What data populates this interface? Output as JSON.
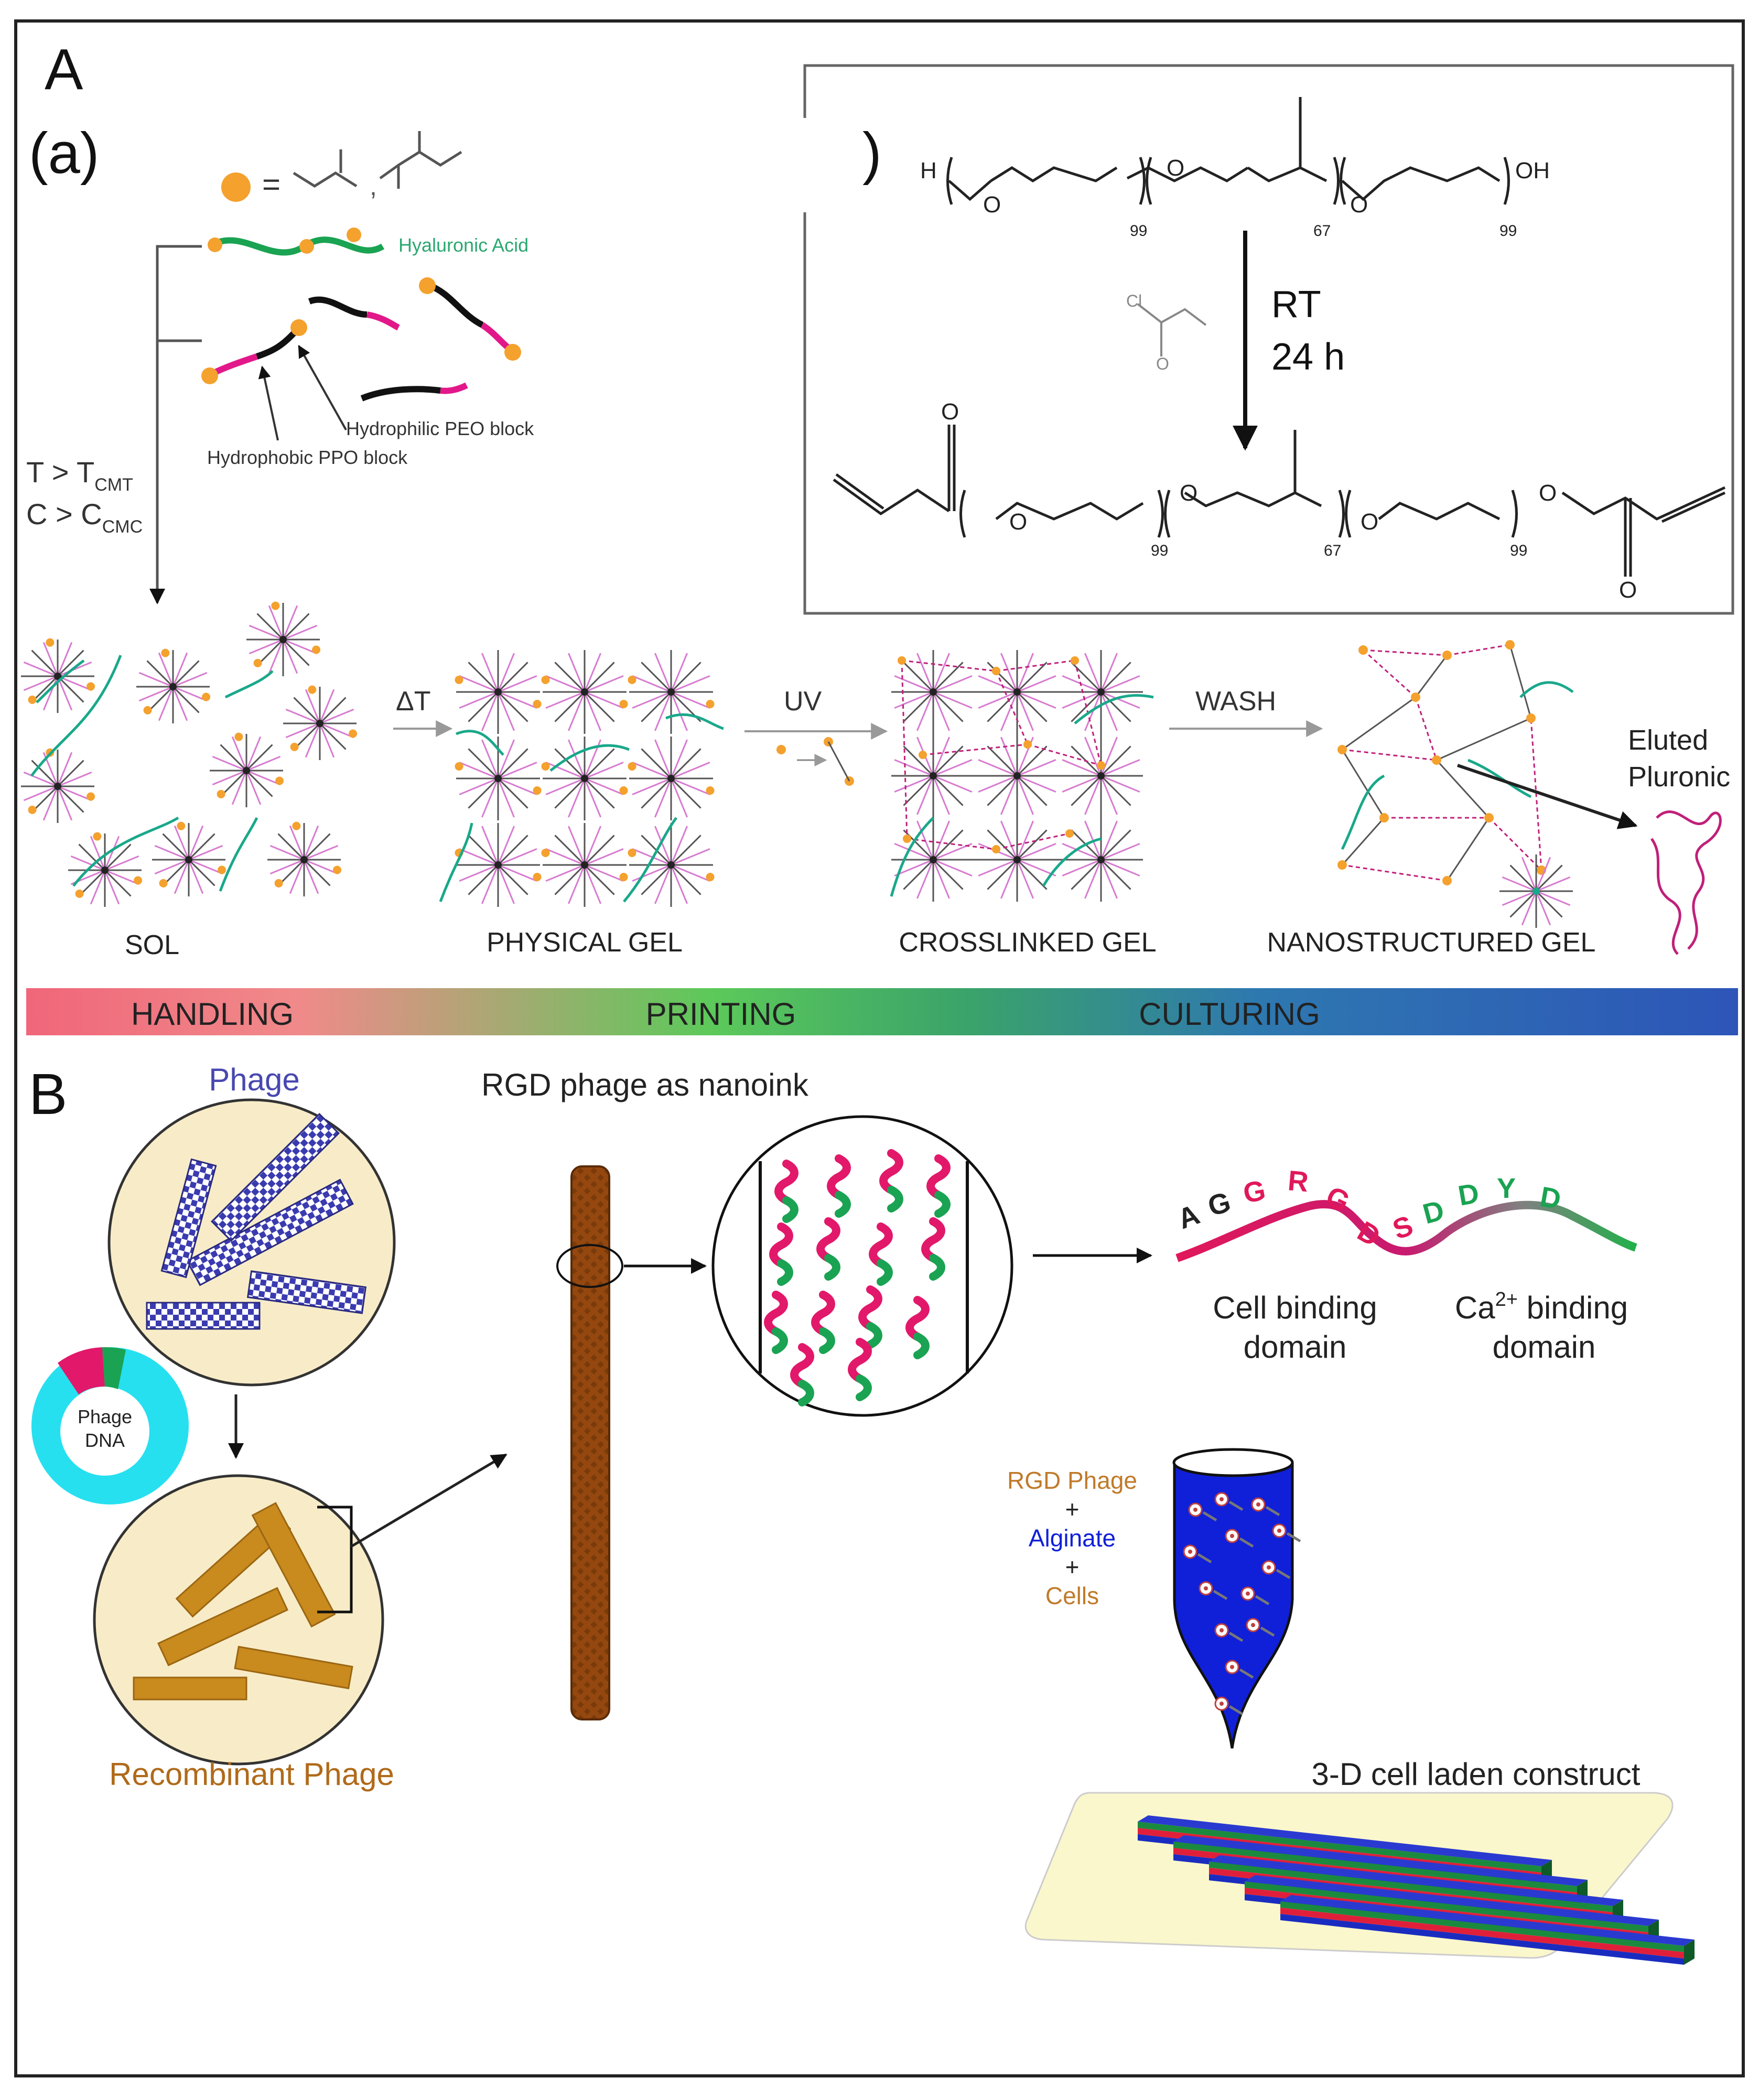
{
  "panel_a": {
    "label": "A",
    "sub_label": "(a)",
    "legend_equals": "=",
    "hyaluronic_acid": "Hyaluronic Acid",
    "peo_block": "Hydrophilic PEO block",
    "ppo_block": "Hydrophobic PPO block",
    "cond_t": "T > T",
    "cond_t_sub": "CMT",
    "cond_c": "C > C",
    "cond_c_sub": "CMC",
    "steps": {
      "delta_t": "ΔT",
      "uv": "UV",
      "wash": "WASH"
    },
    "states": [
      "SOL",
      "PHYSICAL GEL",
      "CROSSLINKED GEL",
      "NANOSTRUCTURED GEL"
    ],
    "eluted": [
      "Eluted",
      "Pluronic"
    ],
    "gradient_bar": {
      "labels": [
        "HANDLING",
        "PRINTING",
        "CULTURING"
      ],
      "colors": [
        "#f0667a",
        "#5cc95a",
        "#2d55b8"
      ]
    }
  },
  "reaction": {
    "paren": ")",
    "start_group": "H",
    "end_group": "OH",
    "oxygen": "O",
    "subscripts": [
      "99",
      "67",
      "99"
    ],
    "reagent_cl": "Cl",
    "reagent_o": "O",
    "condition_1": "RT",
    "condition_2": "24 h"
  },
  "panel_b": {
    "label": "B",
    "phage_title": "Phage",
    "phage_dna": [
      "Phage",
      "DNA"
    ],
    "recombinant_phage": "Recombinant Phage",
    "nanoink_title": "RGD phage as nanoink",
    "peptide_letters": [
      "A",
      "G",
      "G",
      "R",
      "G",
      "D",
      "S",
      "D",
      "D",
      "Y",
      "D"
    ],
    "cell_binding": [
      "Cell binding",
      "domain"
    ],
    "ca_binding_prefix": "Ca",
    "ca_binding_sup": "2+",
    "ca_binding_suffix": " binding",
    "ca_binding_line2": "domain",
    "mixture": [
      "RGD Phage",
      "+",
      "Alginate",
      "+",
      "Cells"
    ],
    "construct_label": "3-D cell laden construct"
  },
  "colors": {
    "pink": "#e2186a",
    "green": "#1aa352",
    "teal_green": "#19a88a",
    "orange_dot": "#f4a12e",
    "brown": "#a0521b",
    "gold": "#c98a1e",
    "cream": "#f8ecc8",
    "cyan": "#26e0f0",
    "blue_ink": "#1020d8",
    "navy_text": "#4848b0"
  }
}
